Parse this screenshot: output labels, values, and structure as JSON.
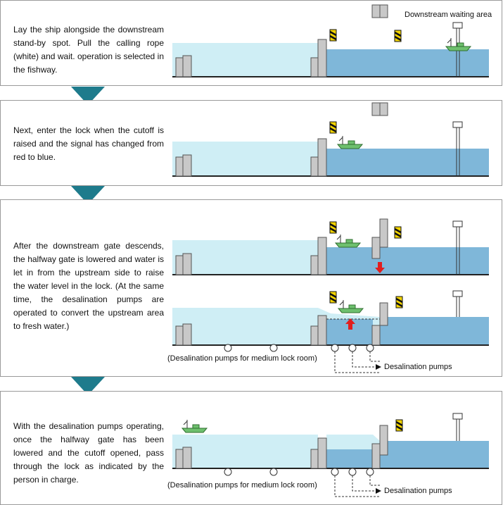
{
  "steps": [
    {
      "text": "Lay the ship alongside the downstream stand-by spot. Pull the calling rope (white) and wait. operation is selected in the fishway."
    },
    {
      "text": "Next, enter the lock when the cutoff is raised and the signal has changed from red to blue."
    },
    {
      "text": "After the downstream gate descends, the halfway gate is lowered and water is let in from the upstream side to raise the water level in the lock. (At the same time, the desalination pumps are operated to convert the upstream area to fresh water.)"
    },
    {
      "text": "With the desalination pumps operating, once the halfway gate has been lowered and the cutoff opened, pass through the lock as indicated by the person in charge."
    }
  ],
  "labels": {
    "waiting_area": "Downstream waiting area",
    "pumps_medium": "(Desalination pumps for medium lock room)",
    "pumps": "Desalination pumps"
  },
  "colors": {
    "upstream_water": "#cfeef5",
    "downstream_water": "#7fb7d9",
    "arrow": "#1e7b8c",
    "ship": "#6ec06e",
    "flow_arrow": "#e21e1e"
  }
}
